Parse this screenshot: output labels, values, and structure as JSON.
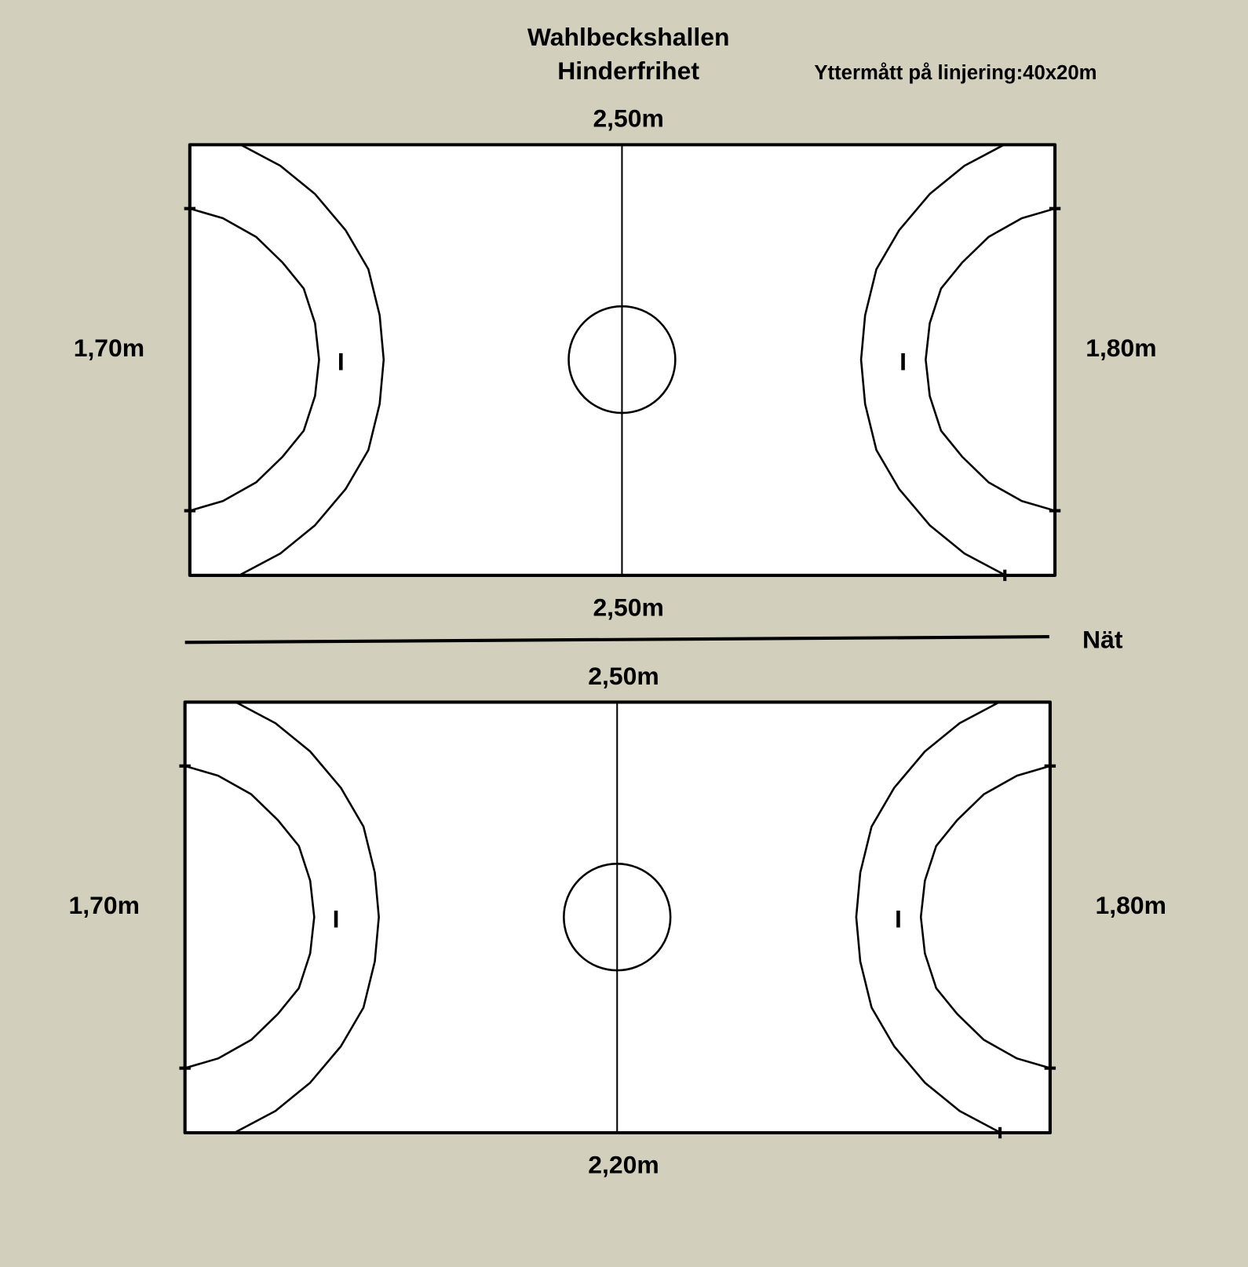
{
  "title": "Wahlbeckshallen",
  "subtitle": "Hinderfrihet",
  "outer_dimensions": "Yttermått på linjering:40x20m",
  "net_label": "Nät",
  "courts": [
    {
      "top": "2,50m",
      "bottom": "2,50m",
      "left": "1,70m",
      "right": "1,80m",
      "goal_left": "I",
      "goal_right": "I"
    },
    {
      "top": "2,50m",
      "bottom": "2,20m",
      "left": "1,70m",
      "right": "1,80m",
      "goal_left": "I",
      "goal_right": "I"
    }
  ],
  "colors": {
    "background": "#d2d0bc",
    "court": "#ffffff",
    "lines": "#000000"
  }
}
